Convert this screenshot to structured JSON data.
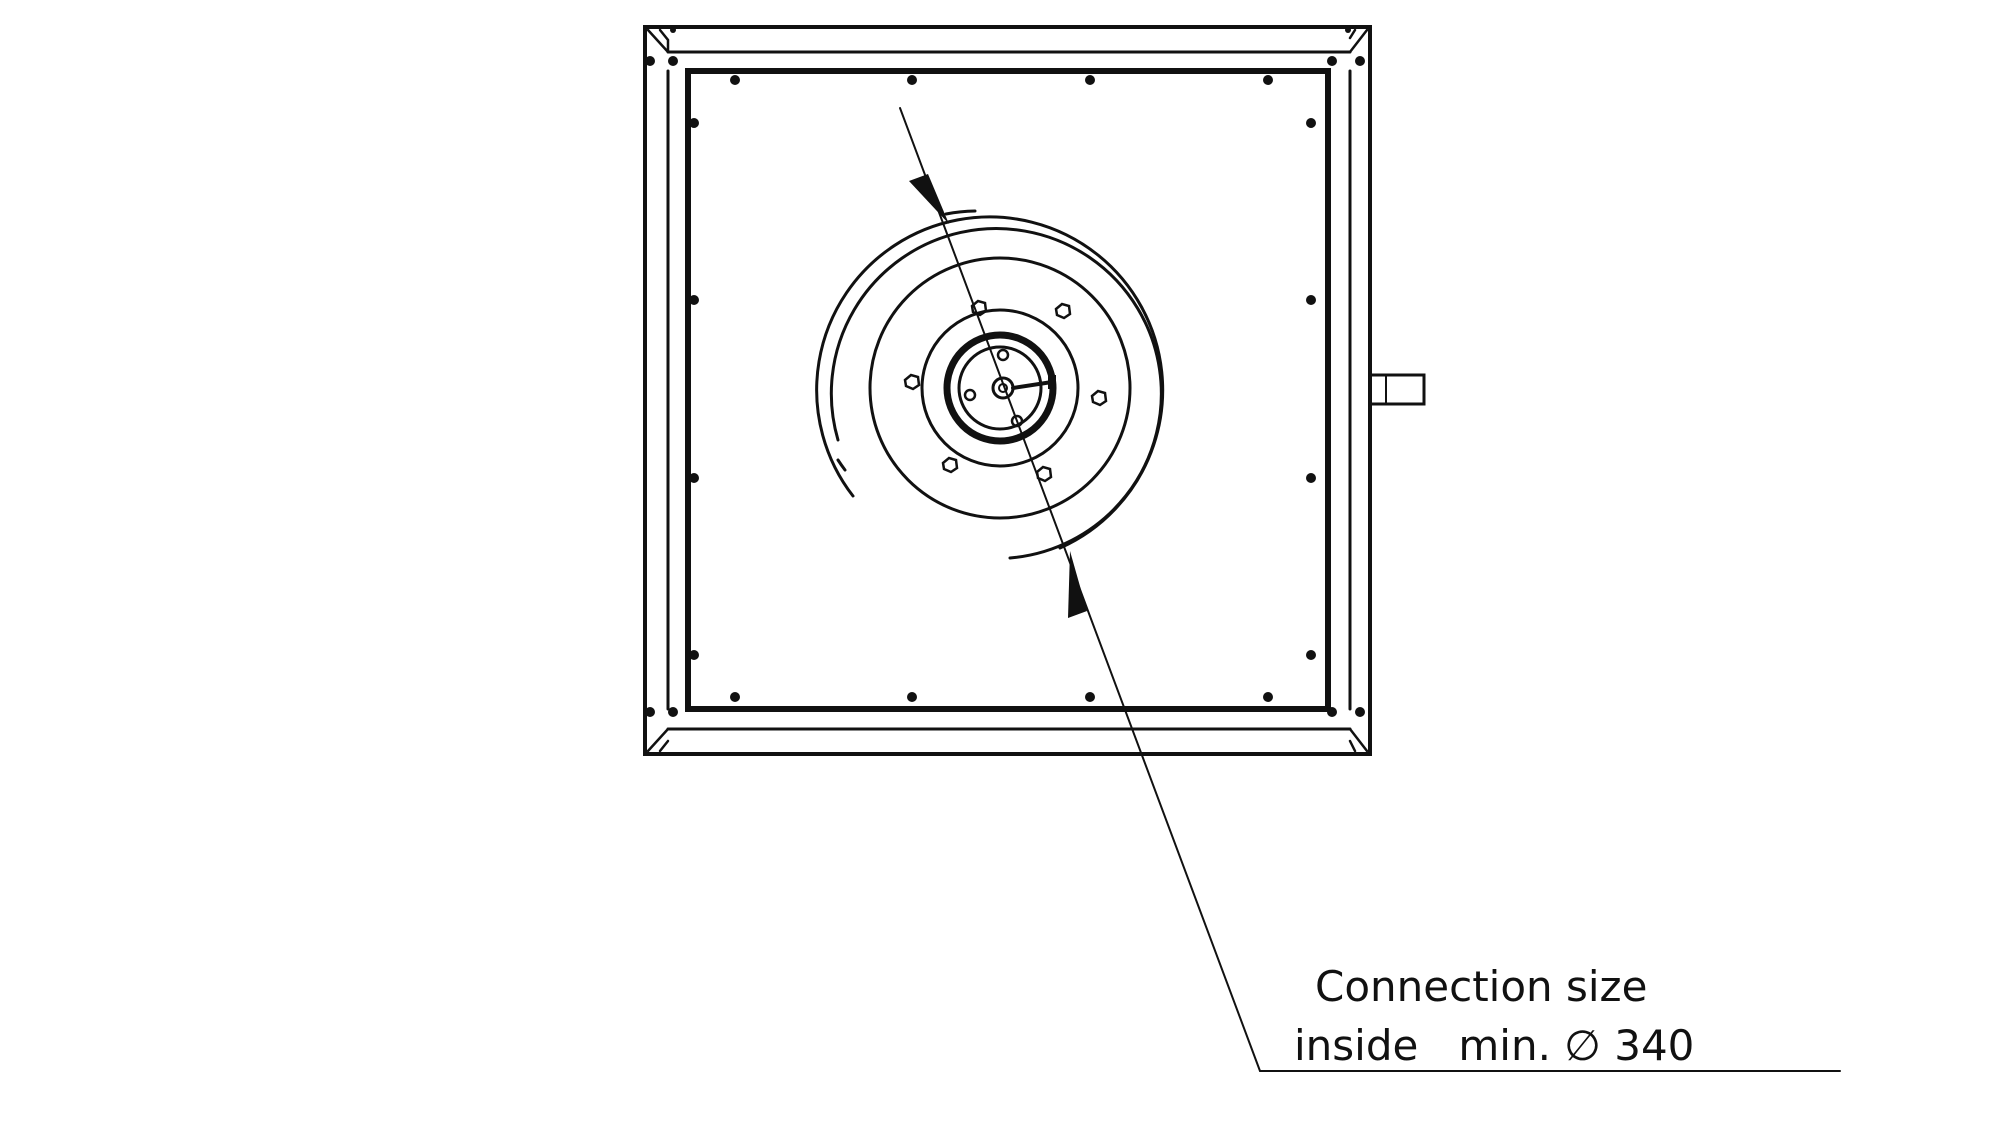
{
  "annotation": {
    "line1": "Connection size",
    "line2_prefix": "inside   min. ",
    "diameter_symbol": "∅",
    "line2_value": " 340"
  },
  "style": {
    "stroke": "#111111",
    "background": "#ffffff"
  }
}
